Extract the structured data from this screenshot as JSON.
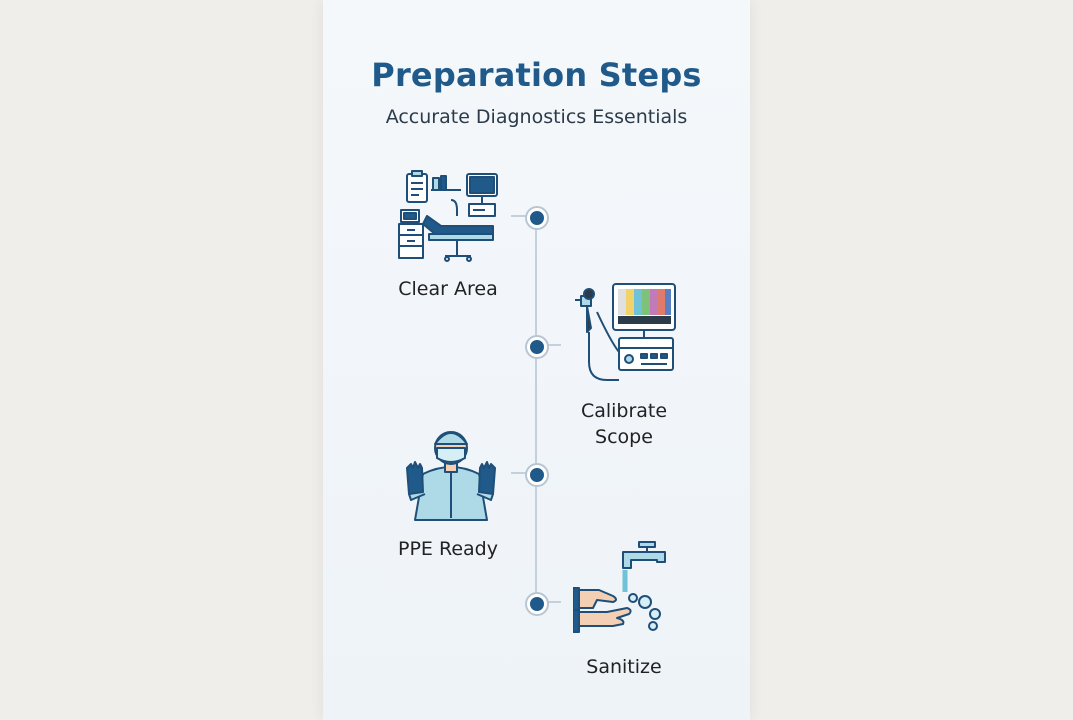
{
  "header": {
    "title": "Preparation Steps",
    "subtitle": "Accurate Diagnostics Essentials"
  },
  "steps": [
    {
      "label": "Clear Area",
      "icon": "exam-room-icon",
      "side": "left"
    },
    {
      "label": "Calibrate\nScope",
      "icon": "endoscope-monitor-icon",
      "side": "right"
    },
    {
      "label": "PPE Ready",
      "icon": "gowned-clinician-icon",
      "side": "left"
    },
    {
      "label": "Sanitize",
      "icon": "handwashing-icon",
      "side": "right"
    }
  ],
  "colors": {
    "accent": "#1f5a8a",
    "line": "#c6d0da",
    "icon_fill": "#aed9e6",
    "icon_stroke": "#1f4f78"
  }
}
